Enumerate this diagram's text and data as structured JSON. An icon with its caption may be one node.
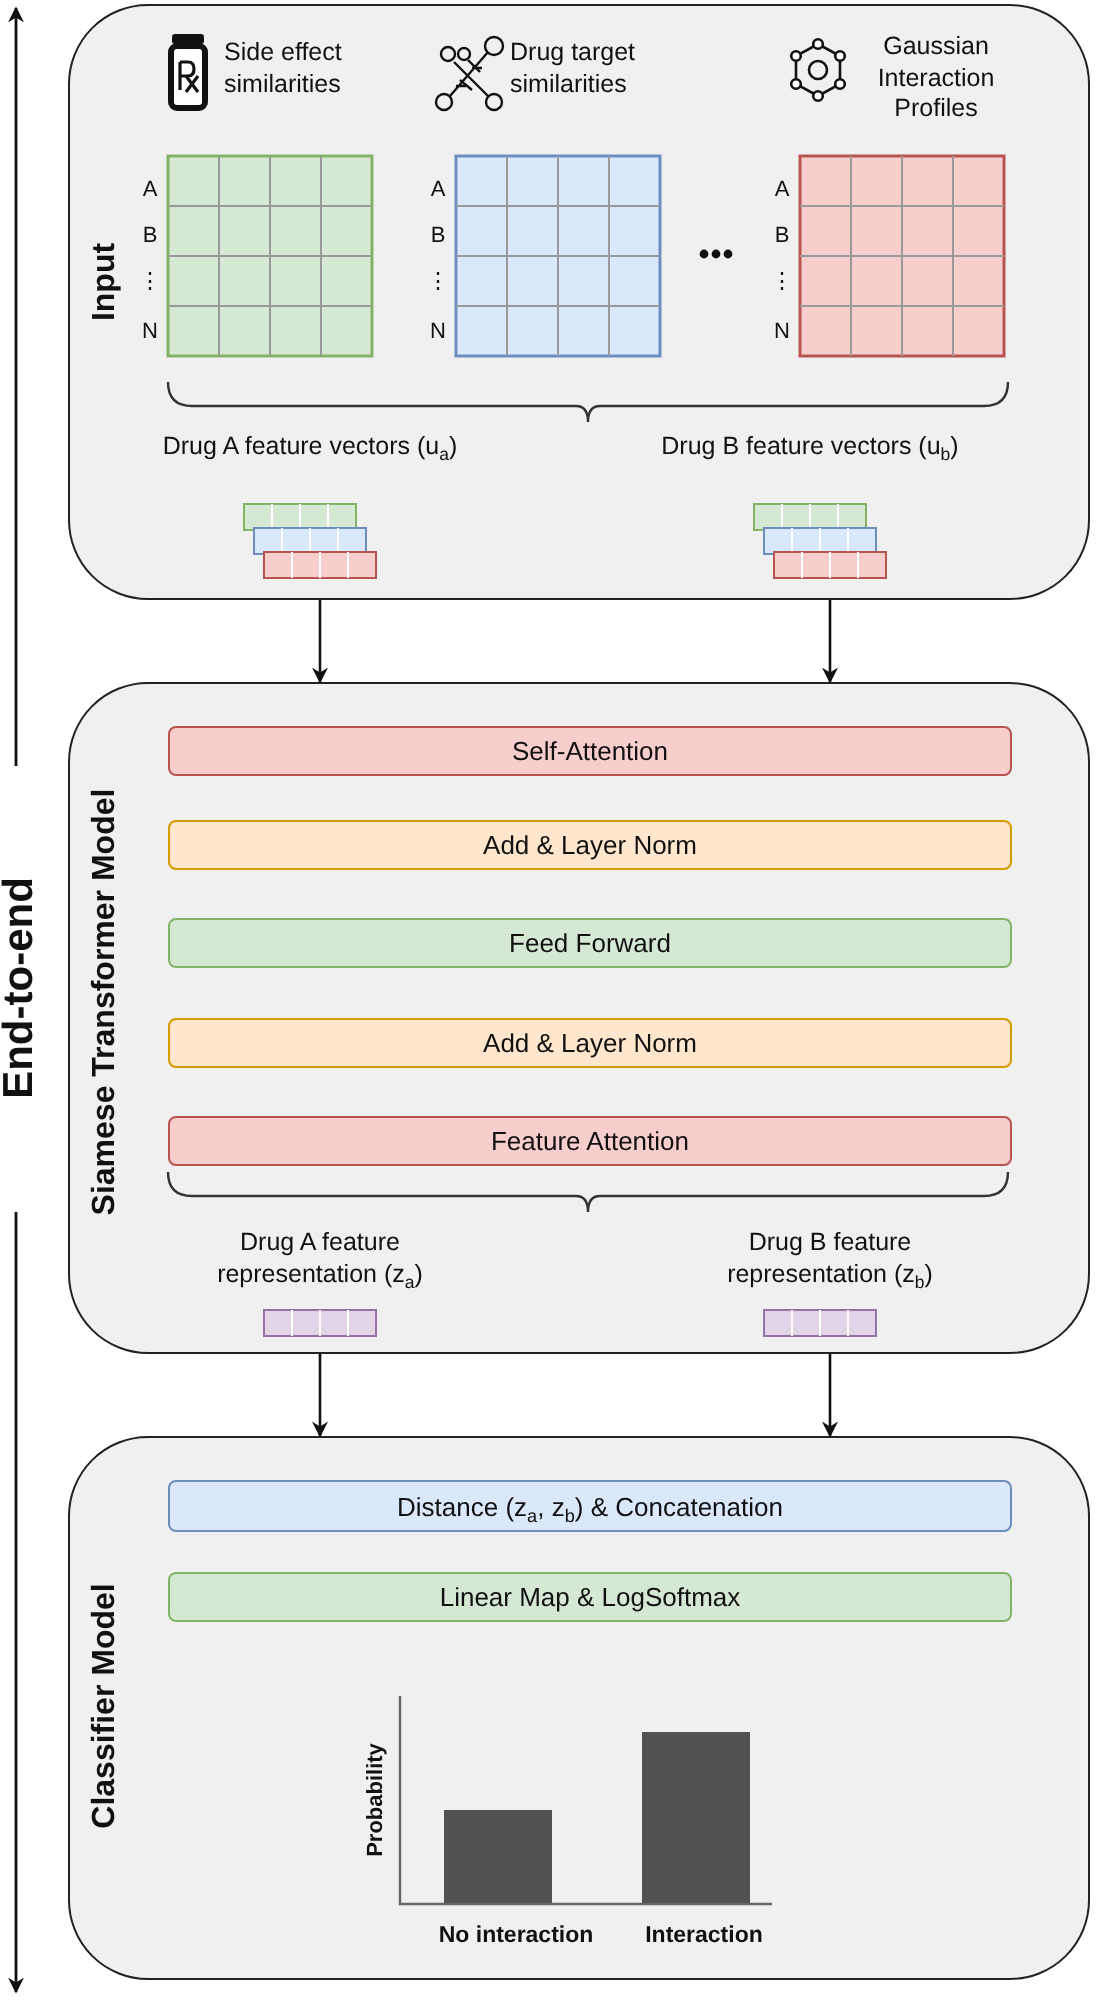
{
  "diagram": {
    "nodes": [
      {
        "text": [
          "Input"
        ]
      },
      {
        "text": [
          "Siamese Transformer Model"
        ]
      },
      {
        "text": [
          "Self-Attention"
        ],
        "in": 1
      },
      {
        "text": [
          "Add & Layer Norm"
        ],
        "in": 1
      },
      {
        "text": [
          "Feed Forward"
        ],
        "in": 1
      },
      {
        "text": [
          "Add & Layer Norm"
        ],
        "in": 1
      },
      {
        "text": [
          "Feature Attention"
        ],
        "in": 1
      },
      {
        "text": [
          "Classifier Model"
        ]
      },
      {
        "text": [
          "Distance (z$_{a}$, z$_{b}$) & Concatenation"
        ],
        "in": 7
      },
      {
        "text": [
          "Linear Map & LogSoftmax"
        ],
        "in": 7
      }
    ],
    "edges": [
      {
        "from": 0,
        "to": 1,
        "arrow": "to"
      },
      {
        "from": 0,
        "to": 1,
        "arrow": "to"
      },
      {
        "from": 1,
        "to": 7,
        "arrow": "to"
      },
      {
        "from": 1,
        "to": 7,
        "arrow": "to"
      }
    ],
    "labels": [
      "Side effect similarities",
      "Drug target similarities",
      "Gaussian Interaction Profiles",
      "A",
      "B",
      "⋮",
      "N",
      "A",
      "B",
      "⋮",
      "N",
      "A",
      "B",
      "⋮",
      "N",
      "Drug A feature vectors (u$_{a}$)",
      "Drug B feature vectors (u$_{b}$)",
      "Drug A feature representation (z$_{a}$)",
      "Drug B feature representation (z$_{b}$)",
      "End-to-end",
      "Probability",
      "No interaction",
      "Interaction"
    ]
  }
}
